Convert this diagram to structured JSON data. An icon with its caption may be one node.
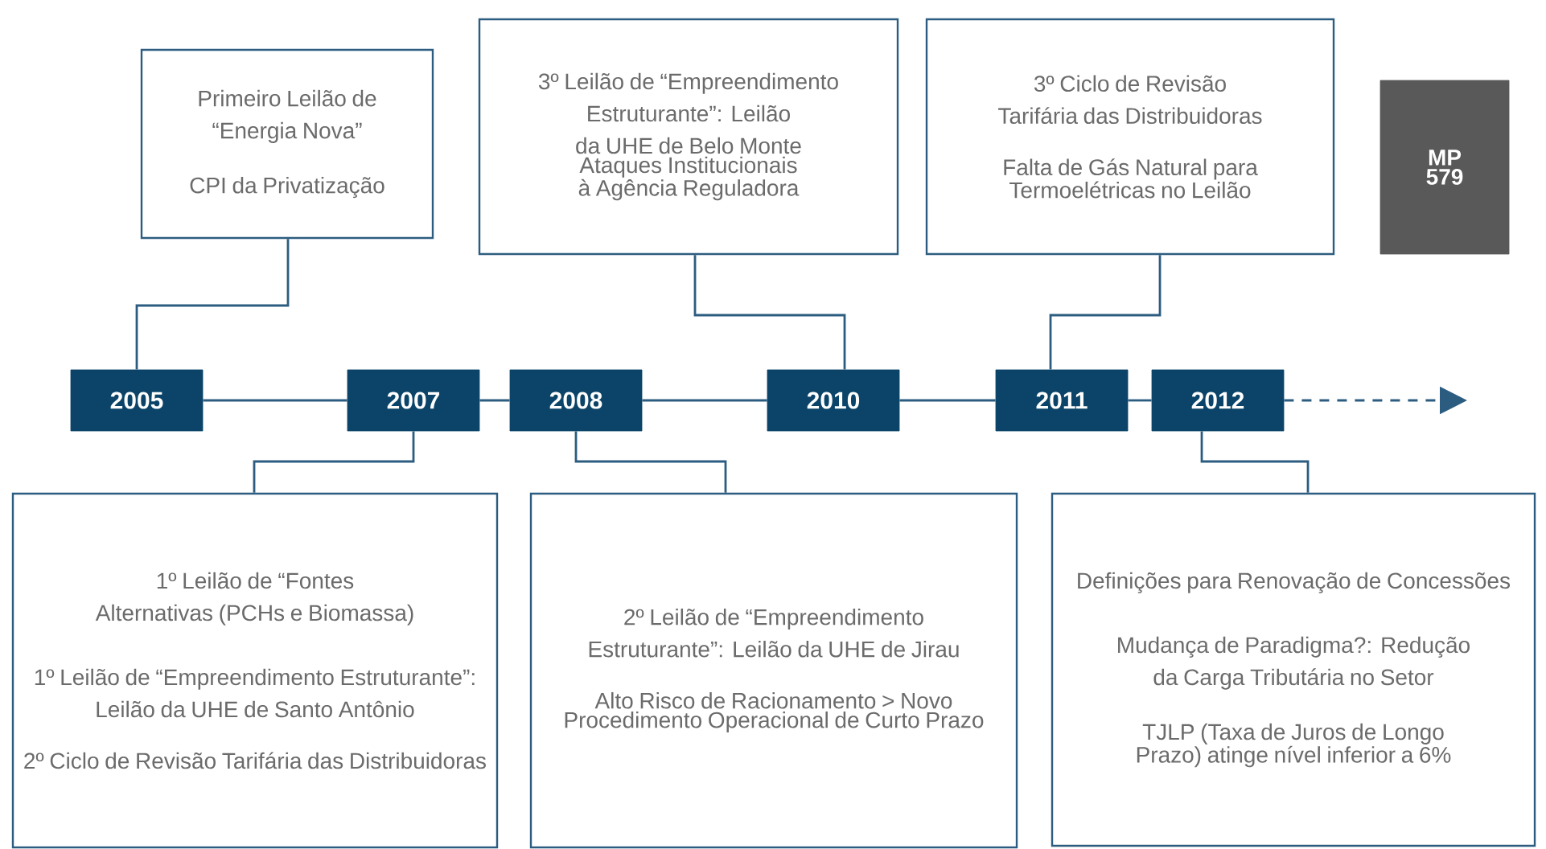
{
  "diagram": {
    "nodes": [
      {
        "text": [
          "2005"
        ]
      },
      {
        "text": [
          "2007"
        ]
      },
      {
        "text": [
          "2008"
        ]
      },
      {
        "text": [
          "2010"
        ]
      },
      {
        "text": [
          "2011"
        ]
      },
      {
        "text": [
          "2012"
        ]
      },
      {
        "text": [
          "MP 579"
        ]
      },
      {
        "text": [
          "Primeiro Leilão de “Energia Nova”",
          "CPI da Privatização"
        ]
      },
      {
        "text": [
          "3º Leilão de “Empreendimento Estruturante”: Leilão da UHE de Belo Monte",
          "Ataques Institucionais à Agência Reguladora"
        ]
      },
      {
        "text": [
          "3º Ciclo de Revisão Tarifária das Distribuidoras",
          "Falta de Gás Natural para Termoelétricas no Leilão"
        ]
      },
      {
        "text": [
          "1º Leilão de “Fontes Alternativas (PCHs e Biomassa)",
          "1º Leilão de “Empreendimento Estruturante”: Leilão da UHE de Santo Antônio",
          "2º Ciclo de Revisão Tarifária das Distribuidoras"
        ]
      },
      {
        "text": [
          "2º Leilão de “Empreendimento Estruturante”: Leilão da UHE de Jirau",
          "Alto Risco de Racionamento > Novo Procedimento Operacional de Curto Prazo"
        ]
      },
      {
        "text": [
          "Definições para Renovação de Concessões",
          "Mudança de Paradigma?: Redução da Carga Tributária no Setor",
          "TJLP (Taxa de Juros de Longo Prazo) atinge nível inferior a 6%"
        ]
      }
    ],
    "edges": [
      {
        "from": 0,
        "to": 1,
        "arrow": "none"
      },
      {
        "from": 1,
        "to": 2,
        "arrow": "none"
      },
      {
        "from": 2,
        "to": 3,
        "arrow": "none"
      },
      {
        "from": 3,
        "to": 4,
        "arrow": "none"
      },
      {
        "from": 4,
        "to": 5,
        "arrow": "none"
      },
      {
        "from": 5,
        "to": null,
        "arrow": "to",
        "style": "dashed"
      },
      {
        "from": 7,
        "to": 0,
        "arrow": "none"
      },
      {
        "from": 8,
        "to": 3,
        "arrow": "none"
      },
      {
        "from": 9,
        "to": 4,
        "arrow": "none"
      },
      {
        "from": 1,
        "to": 10,
        "arrow": "none"
      },
      {
        "from": 2,
        "to": 11,
        "arrow": "none"
      },
      {
        "from": 5,
        "to": 12,
        "arrow": "none"
      }
    ]
  }
}
